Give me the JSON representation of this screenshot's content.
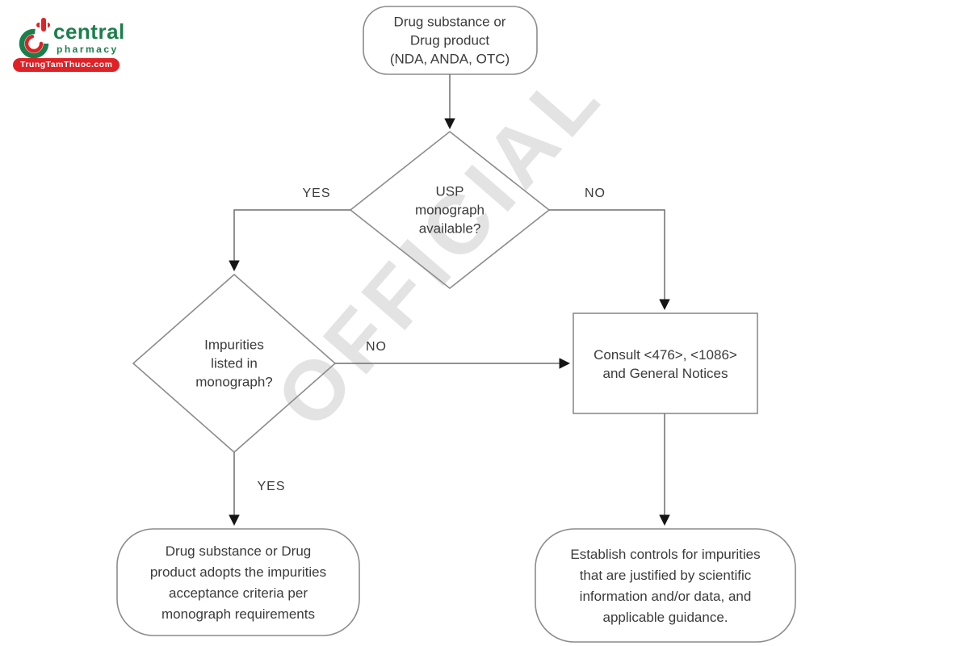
{
  "watermark": {
    "text": "OFFICIAL"
  },
  "logo": {
    "brand": "central",
    "tagline": "pharmacy",
    "banner": "TrungTamThuoc.com"
  },
  "colors": {
    "logo_green": "#1b7f4c",
    "logo_red": "#e02126",
    "line_gray": "#6f6f6f",
    "shape_gray": "#8c8c8c",
    "text_dark": "#3b3b3b",
    "watermark_gray": "#e3e3e3"
  },
  "flowchart": {
    "start": {
      "lines": [
        "Drug substance or",
        "Drug product",
        "(NDA, ANDA, OTC)"
      ]
    },
    "decision_usp": {
      "lines": [
        "USP",
        "monograph",
        "available?"
      ]
    },
    "decision_impurities": {
      "lines": [
        "Impurities",
        "listed in",
        "monograph?"
      ]
    },
    "consult": {
      "lines": [
        "Consult <476>, <1086>",
        "and General Notices"
      ]
    },
    "adopt": {
      "lines": [
        "Drug substance or Drug",
        "product adopts the impurities",
        "acceptance criteria per",
        "monograph requirements"
      ]
    },
    "establish": {
      "lines": [
        "Establish controls for impurities",
        "that are justified by scientific",
        "information and/or data, and",
        "applicable guidance."
      ]
    },
    "labels": {
      "usp_yes": "YES",
      "usp_no": "NO",
      "impurities_no": "NO",
      "impurities_yes": "YES"
    }
  }
}
